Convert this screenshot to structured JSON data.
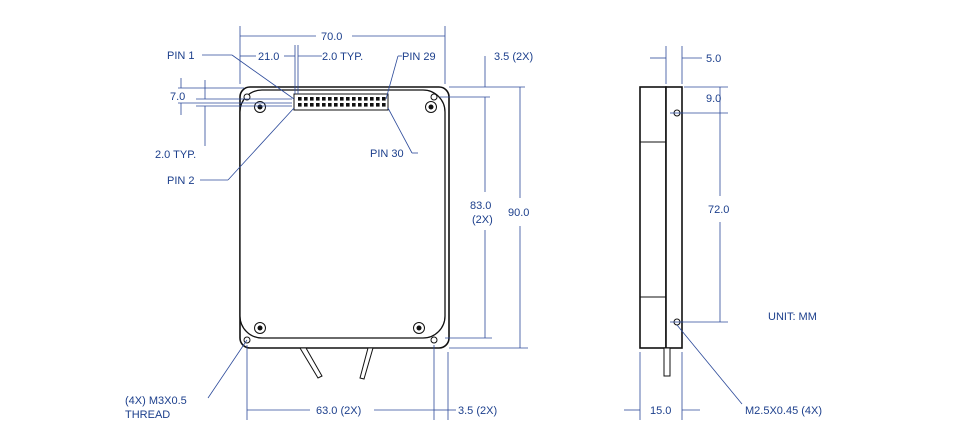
{
  "front_view": {
    "width_total": "70.0",
    "pin1_offset": "21.0",
    "pin_pitch_top": "2.0 TYP.",
    "pin1_label": "PIN 1",
    "pin29_label": "PIN 29",
    "pin2_label": "PIN 2",
    "pin30_label": "PIN 30",
    "pin_row_offset": "7.0",
    "pin_pitch_side": "2.0 TYP.",
    "hole_offset_top": "3.5 (2X)",
    "hole_spacing_v_line1": "83.0",
    "hole_spacing_v_line2": "(2X)",
    "height_total": "90.0",
    "hole_spacing_h": "63.0 (2X)",
    "hole_offset_bottom": "3.5 (2X)",
    "thread_note_line1": "(4X) M3X0.5",
    "thread_note_line2": "THREAD"
  },
  "side_view": {
    "flange_thickness": "5.0",
    "hole_offset": "9.0",
    "hole_spacing": "72.0",
    "depth": "15.0",
    "thread_note": "M2.5X0.45  (4X)"
  },
  "unit_label": "UNIT: MM",
  "colors": {
    "dimension": "#1c3f8c",
    "outline": "#111111"
  }
}
